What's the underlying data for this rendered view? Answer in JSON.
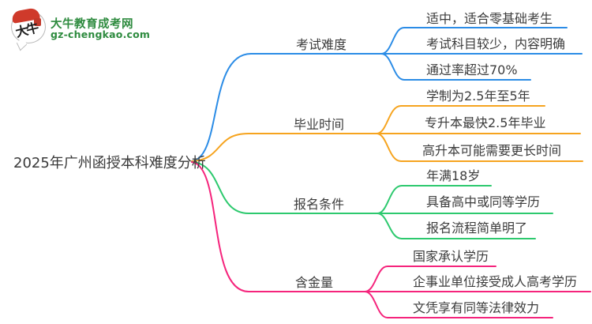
{
  "logo": {
    "title": "大牛教育成考网",
    "url": "gz-chengkao.com",
    "bubble_text": "大牛",
    "brand_color": "#2e8b3f",
    "accent_red": "#cf3a2b"
  },
  "root": {
    "label": "2025年广州函授本科难度分析"
  },
  "branches": [
    {
      "label": "考试难度",
      "color": "#2b8ce6",
      "children": [
        "适中，适合零基础考生",
        "考试科目较少，内容明确",
        "通过率超过70%"
      ]
    },
    {
      "label": "毕业时间",
      "color": "#f6a41f",
      "children": [
        "学制为2.5年至5年",
        "专升本最快2.5年毕业",
        "高升本可能需要更长时间"
      ]
    },
    {
      "label": "报名条件",
      "color": "#2dc96e",
      "children": [
        "年满18岁",
        "具备高中或同等学历",
        "报名流程简单明了"
      ]
    },
    {
      "label": "含金量",
      "color": "#f5247c",
      "children": [
        "国家承认学历",
        "企事业单位接受成人高考学历",
        "文凭享有同等法律效力"
      ]
    }
  ]
}
